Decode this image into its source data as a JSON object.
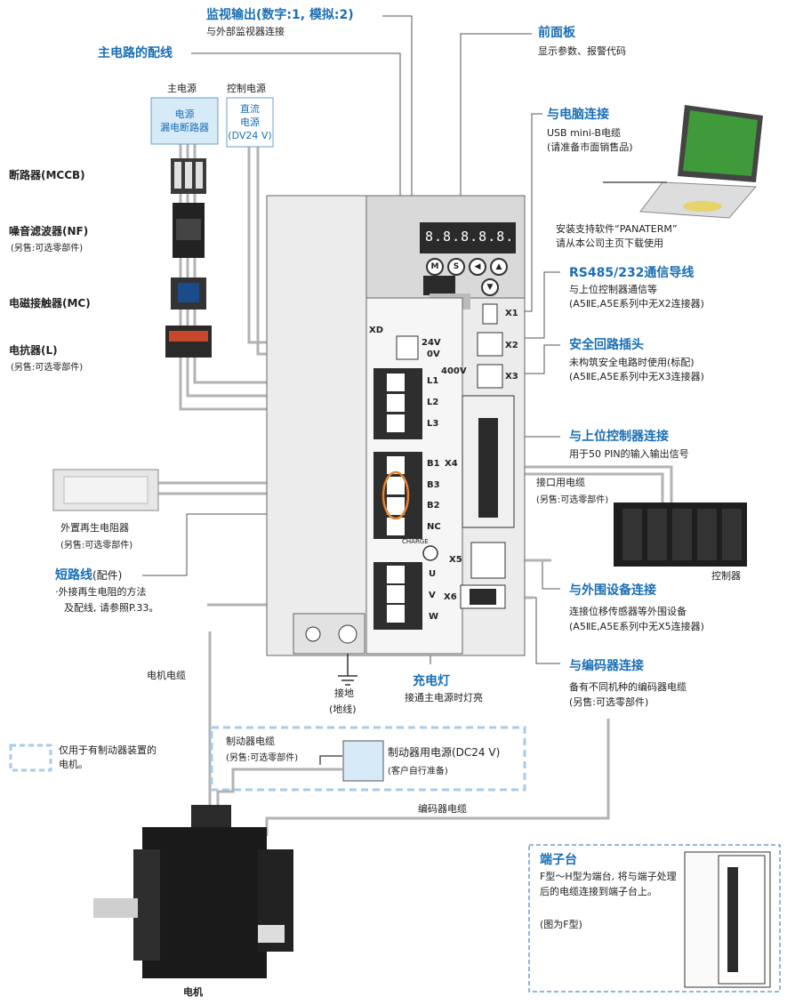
{
  "monitor_output": {
    "title": "监视输出(数字:1, 模拟:2)",
    "desc": "与外部监视器连接"
  },
  "main_circuit_wiring": {
    "title": "主电路的配线"
  },
  "main_power": {
    "label": "主电源",
    "box": [
      "电源",
      "漏电断路器"
    ]
  },
  "control_power": {
    "label": "控制电源",
    "box": [
      "直流",
      "电源",
      "(DV24 V)"
    ]
  },
  "components": [
    {
      "name": "断路器(MCCB)",
      "note": ""
    },
    {
      "name": "噪音滤波器(NF)",
      "note": "(另售:可选零部件)"
    },
    {
      "name": "电磁接触器(MC)",
      "note": ""
    },
    {
      "name": "电抗器(L)",
      "note": "(另售:可选零部件)"
    }
  ],
  "front_panel": {
    "title": "前面板",
    "desc": "显示参数、报警代码",
    "display": "8.8.8.8.8.",
    "buttons": [
      "M",
      "S",
      "◀",
      "▲",
      "▼"
    ]
  },
  "pc_connection": {
    "title": "与电脑连接",
    "desc": [
      "USB mini-B电缆",
      "(请准备市面销售品)"
    ],
    "software_note": [
      "安装支持软件“PANATERM”",
      "请从本公司主页下载使用"
    ]
  },
  "rs485": {
    "title": "RS485/232通信导线",
    "desc": [
      "与上位控制器通信等",
      "(A5ⅡE,A5E系列中无X2连接器)"
    ]
  },
  "safety": {
    "title": "安全回路插头",
    "desc": [
      "未构筑安全电路时使用(标配)",
      "(A5ⅡE,A5E系列中无X3连接器)"
    ]
  },
  "host_connection": {
    "title": "与上位控制器连接",
    "desc": "用于50 PIN的输入输出信号"
  },
  "interface_cable": {
    "label": "接口用电缆",
    "note": "(另售:可选零部件)"
  },
  "controller": {
    "label": "控制器"
  },
  "peripheral": {
    "title": "与外围设备连接",
    "desc": [
      "连接位移传感器等外围设备",
      "(A5ⅡE,A5E系列中无X5连接器)"
    ]
  },
  "encoder_connection": {
    "title": "与编码器连接",
    "desc": [
      "备有不同机种的编码器电缆",
      "(另售:可选零部件)"
    ]
  },
  "regen_resistor": {
    "label": "外置再生电阻器",
    "note": "(另售:可选零部件)"
  },
  "short_wire": {
    "title": "短路线",
    "suffix": "(配件)",
    "desc": [
      "·外接再生电阻的方法",
      "及配线, 请参照P.33。"
    ]
  },
  "charge_lamp": {
    "title": "充电灯",
    "desc": "接通主电源时灯亮",
    "panel_text": "CHARGE"
  },
  "ground": {
    "label": "接地",
    "sub": "(地线)"
  },
  "motor_cable": {
    "label": "电机电缆"
  },
  "brake_note": {
    "text": [
      "仅用于有制动器装置的",
      "电机。"
    ]
  },
  "brake_cable": {
    "label": "制动器电缆",
    "note": "(另售:可选零部件)"
  },
  "brake_power": {
    "label": "制动器用电源(DC24 V)",
    "note": "(客户自行准备)"
  },
  "encoder_cable": {
    "label": "编码器电缆"
  },
  "motor": {
    "label": "电机"
  },
  "terminal_block": {
    "title": "端子台",
    "desc": "F型～H型为端台, 将与端子处理后的电缆连接到端子台上。",
    "note": "(图为F型)"
  },
  "driver_terminals": {
    "xd": "XD",
    "v24": "24V",
    "v0": "0V",
    "v400": "400V",
    "power": [
      "L1",
      "L2",
      "L3"
    ],
    "regen": [
      "B1",
      "B3",
      "B2",
      "NC"
    ],
    "motor": [
      "U",
      "V",
      "W"
    ],
    "connectors": [
      "X1",
      "X2",
      "X3",
      "X4",
      "X5",
      "X6"
    ]
  },
  "colors": {
    "accent": "#1a6fb5",
    "wire": "#b3b3b3",
    "box_fill": "#d6eaf8",
    "dashed": "#a9cbe8",
    "orange": "#e8822a"
  }
}
